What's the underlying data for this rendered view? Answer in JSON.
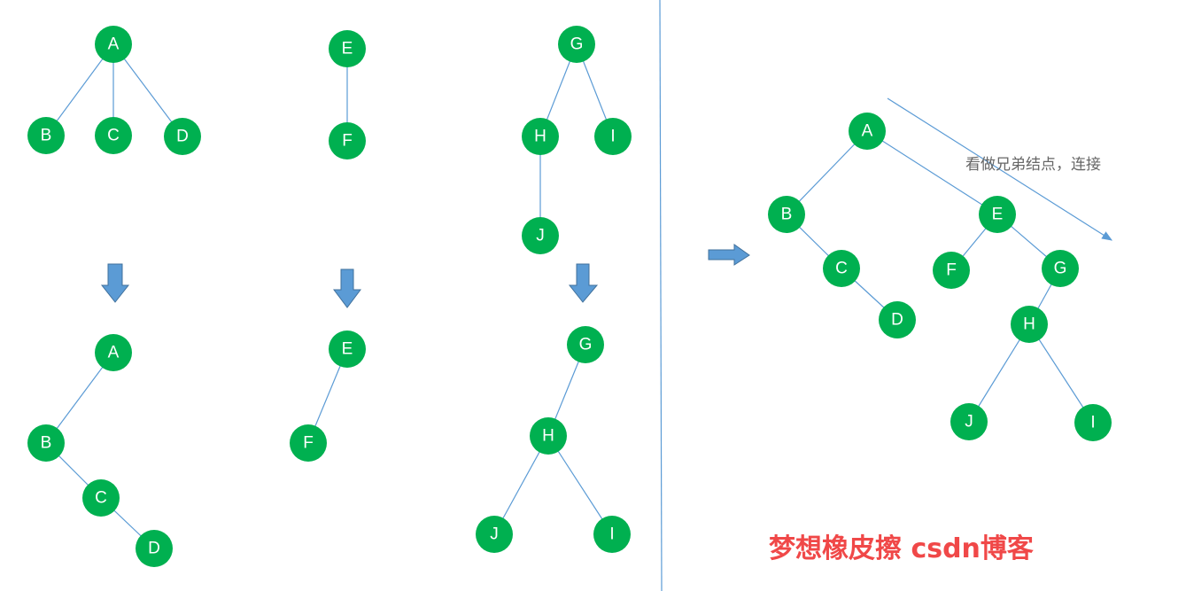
{
  "colors": {
    "node_fill": "#00b050",
    "edge": "#5b9bd5",
    "arrow_fill": "#5b9bd5",
    "divider": "#5b9bd5",
    "note_text": "#666666",
    "watermark": "#f04848"
  },
  "labels": {
    "A": "A",
    "B": "B",
    "C": "C",
    "D": "D",
    "E": "E",
    "F": "F",
    "G": "G",
    "H": "H",
    "I": "I",
    "J": "J"
  },
  "annotation": {
    "text": "看做兄弟结点，连接"
  },
  "watermark": {
    "text": "梦想橡皮擦 csdn博客"
  },
  "icons": {
    "down_arrow": "down-arrow-icon",
    "right_arrow": "right-arrow-icon"
  }
}
